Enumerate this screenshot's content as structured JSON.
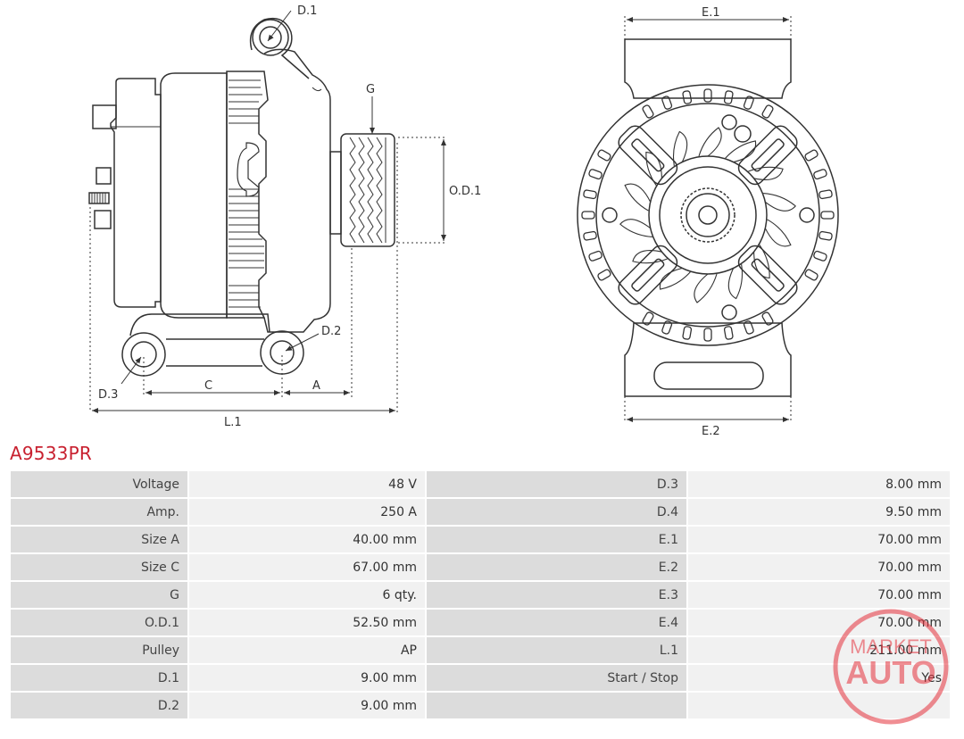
{
  "part_number": "A9533PR",
  "drawing_labels": {
    "d1": "D.1",
    "d2": "D.2",
    "d3": "D.3",
    "g": "G",
    "od1": "O.D.1",
    "a": "A",
    "c": "C",
    "l1": "L.1",
    "e1": "E.1",
    "e2": "E.2"
  },
  "specs": {
    "rows": [
      {
        "left_label": "Voltage",
        "left_value": "48 V",
        "right_label": "D.3",
        "right_value": "8.00 mm"
      },
      {
        "left_label": "Amp.",
        "left_value": "250 A",
        "right_label": "D.4",
        "right_value": "9.50 mm"
      },
      {
        "left_label": "Size A",
        "left_value": "40.00 mm",
        "right_label": "E.1",
        "right_value": "70.00 mm"
      },
      {
        "left_label": "Size C",
        "left_value": "67.00 mm",
        "right_label": "E.2",
        "right_value": "70.00 mm"
      },
      {
        "left_label": "G",
        "left_value": "6 qty.",
        "right_label": "E.3",
        "right_value": "70.00 mm"
      },
      {
        "left_label": "O.D.1",
        "left_value": "52.50 mm",
        "right_label": "E.4",
        "right_value": "70.00 mm"
      },
      {
        "left_label": "Pulley",
        "left_value": "AP",
        "right_label": "L.1",
        "right_value": "211.00 mm"
      },
      {
        "left_label": "D.1",
        "left_value": "9.00 mm",
        "right_label": "Start / Stop",
        "right_value": "Yes"
      },
      {
        "left_label": "D.2",
        "left_value": "9.00 mm",
        "right_label": "",
        "right_value": ""
      }
    ]
  },
  "watermark": {
    "line1": "MARKET",
    "line2": "AUTO",
    "color": "#e5323c"
  },
  "colors": {
    "accent": "#c8202f",
    "label_cell": "#dcdcdc",
    "value_cell": "#f1f1f1",
    "line": "#333333"
  }
}
